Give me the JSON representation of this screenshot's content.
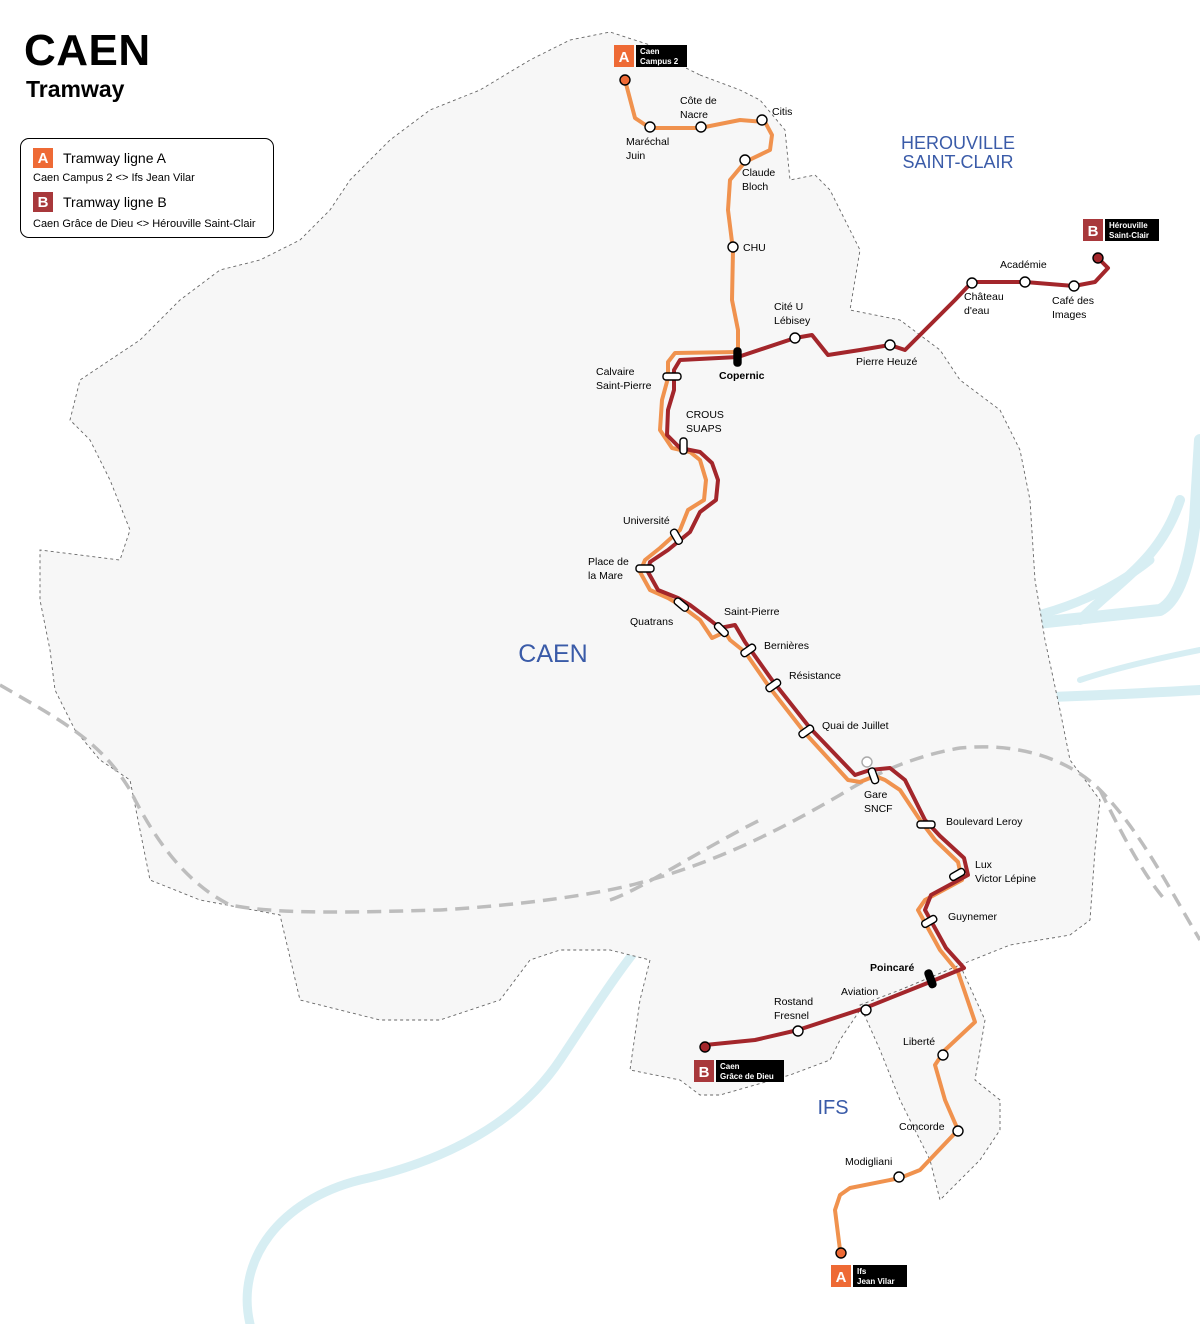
{
  "title": "CAEN",
  "subtitle": "Tramway",
  "legend": {
    "line_a": {
      "badge": "A",
      "name": "Tramway ligne A",
      "route": "Caen Campus 2 <> Ifs Jean Vilar"
    },
    "line_b": {
      "badge": "B",
      "name": "Tramway ligne B",
      "route": "Caen Grâce de Dieu <> Hérouville Saint-Clair"
    }
  },
  "areas": {
    "caen": "CAEN",
    "herouville": [
      "HEROUVILLE",
      "SAINT-CLAIR"
    ],
    "ifs": "IFS"
  },
  "colors": {
    "line_a": "#f0924e",
    "line_b": "#a3262b",
    "badge_a": "#ee6a35",
    "badge_b": "#a8383b",
    "area_label": "#3a5ba8",
    "river": "#d7eef3",
    "city_fill": "#f7f7f7"
  },
  "terminals": {
    "campus2": {
      "badge": "A",
      "lines": [
        "Caen",
        "Campus 2"
      ]
    },
    "herouville": {
      "badge": "B",
      "lines": [
        "Hérouville",
        "Saint-Clair"
      ]
    },
    "grace_de_dieu": {
      "badge": "B",
      "lines": [
        "Caen",
        "Grâce de Dieu"
      ]
    },
    "jean_vilar": {
      "badge": "A",
      "lines": [
        "Ifs",
        "Jean Vilar"
      ]
    }
  },
  "stations": {
    "marechal_juin": [
      "Maréchal",
      "Juin"
    ],
    "cote_de_nacre": [
      "Côte de",
      "Nacre"
    ],
    "citis": [
      "Citis"
    ],
    "claude_bloch": [
      "Claude",
      "Bloch"
    ],
    "chu": [
      "CHU"
    ],
    "copernic": [
      "Copernic"
    ],
    "cite_u_lebisey": [
      "Cité U",
      "Lébisey"
    ],
    "pierre_heuze": [
      "Pierre Heuzé"
    ],
    "chateau_deau": [
      "Château",
      "d'eau"
    ],
    "academie": [
      "Académie"
    ],
    "cafe_des_images": [
      "Café des",
      "Images"
    ],
    "calvaire_saint_pierre": [
      "Calvaire",
      "Saint-Pierre"
    ],
    "crous_suaps": [
      "CROUS",
      "SUAPS"
    ],
    "universite": [
      "Université"
    ],
    "place_de_la_mare": [
      "Place de",
      "la Mare"
    ],
    "quatrans": [
      "Quatrans"
    ],
    "saint_pierre": [
      "Saint-Pierre"
    ],
    "bernieres": [
      "Bernières"
    ],
    "resistance": [
      "Résistance"
    ],
    "quai_de_juillet": [
      "Quai de Juillet"
    ],
    "gare_sncf": [
      "Gare",
      "SNCF"
    ],
    "boulevard_leroy": [
      "Boulevard Leroy"
    ],
    "lux_victor_lepine": [
      "Lux",
      "Victor Lépine"
    ],
    "guynemer": [
      "Guynemer"
    ],
    "poincare": [
      "Poincaré"
    ],
    "aviation": [
      "Aviation"
    ],
    "rostand_fresnel": [
      "Rostand",
      "Fresnel"
    ],
    "liberte": [
      "Liberté"
    ],
    "concorde": [
      "Concorde"
    ],
    "modigliani": [
      "Modigliani"
    ]
  }
}
